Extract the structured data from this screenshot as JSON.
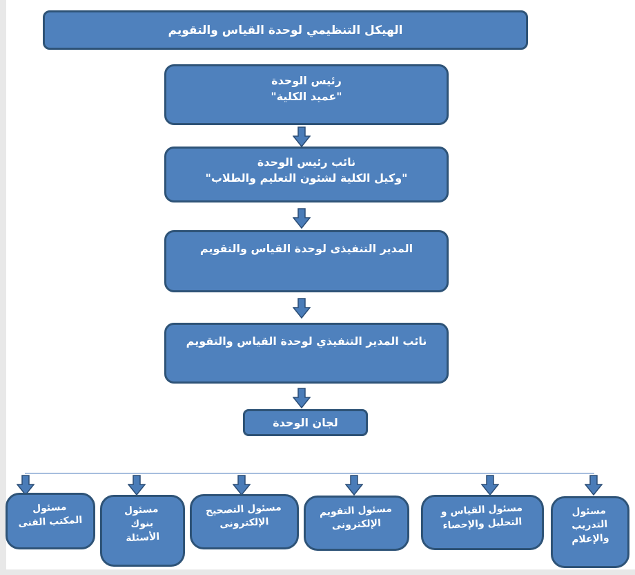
{
  "colors": {
    "node_fill": "#4f81bd",
    "node_border": "#2e5377",
    "connector_line": "#a6bede",
    "node_text": "#ffffff",
    "page_edge": "#e8e8e8"
  },
  "title": {
    "text": "الهيكل التنظيمي لوحدة القياس والتقويم"
  },
  "chain": {
    "unit_head": {
      "line1": "رئيس الوحدة",
      "line2": "\"عميد الكلية\""
    },
    "deputy_head": {
      "line1": "نائب رئيس الوحدة",
      "line2": "\"وكيل الكلية لشئون التعليم والطلاب\""
    },
    "exec_director": {
      "line1": "المدير التنفيذى لوحدة القياس والتقويم"
    },
    "deputy_exec_director": {
      "line1": "نائب المدير التنفيذي لوحدة القياس والتقويم"
    },
    "committees": {
      "line1": "لجان الوحدة"
    }
  },
  "officers": [
    {
      "lines": [
        "مسئول",
        "التدريب",
        "والإعلام"
      ]
    },
    {
      "lines": [
        "مسئول القياس و",
        "التحليل والإحصاء"
      ]
    },
    {
      "lines": [
        "مسئول التقويم",
        "الإلكترونى"
      ]
    },
    {
      "lines": [
        "مسئول التصحيح",
        "الإلكترونى"
      ]
    },
    {
      "lines": [
        "مسئول",
        "بنوك",
        "الأسئلة"
      ]
    },
    {
      "lines": [
        "مسئول",
        "المكتب الفنى"
      ]
    }
  ]
}
